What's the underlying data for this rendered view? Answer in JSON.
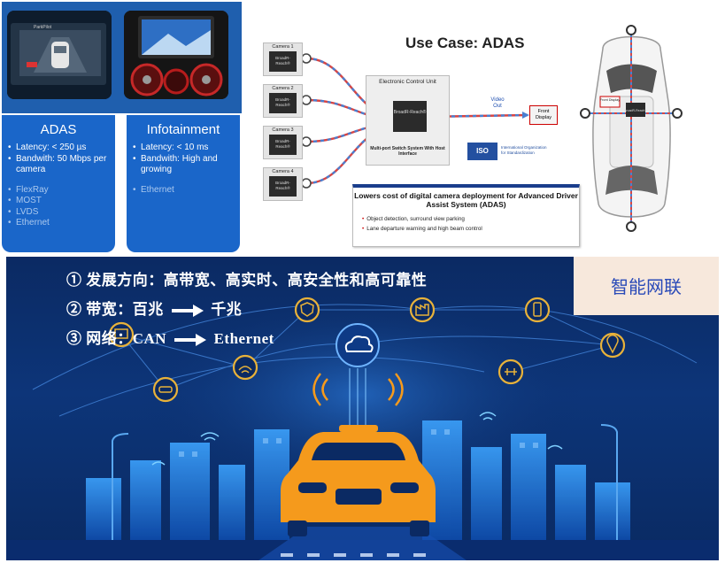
{
  "adas_card": {
    "title": "ADAS",
    "bullets": [
      "Latency: < 250 µs",
      "Bandwith: 50 Mbps per camera"
    ],
    "networks": [
      "FlexRay",
      "MOST",
      "LVDS",
      "Ethernet"
    ]
  },
  "infotainment_card": {
    "title": "Infotainment",
    "bullets": [
      "Latency: < 10 ms",
      "Bandwith: High and growing"
    ],
    "networks": [
      "Ethernet"
    ]
  },
  "diagram": {
    "title": "Use Case: ADAS",
    "cameras": [
      {
        "label": "Camera 1",
        "chip": "BroadR-Reach®"
      },
      {
        "label": "Camera 2",
        "chip": "BroadR-Reach®"
      },
      {
        "label": "Camera 3",
        "chip": "BroadR-Reach®"
      },
      {
        "label": "Camera 4",
        "chip": "BroadR-Reach®"
      }
    ],
    "ecu_title": "Electronic Control Unit",
    "ecu_chip": "BroadR-Reach®",
    "ecu_caption": "Multi-port Switch System With Host Interface",
    "video_out": "Video Out",
    "front_display": "Front Display",
    "iso_logo": "ISO",
    "iso_text": "International Organization for Standardization",
    "info_title": "Lowers cost of digital camera deployment for Advanced Driver Assist System (ADAS)",
    "info_bullets": [
      "Object detection, surround view parking",
      "Lane departure warning and high beam control"
    ],
    "car_front_label": "Front Display",
    "car_chip_label": "BroadR-Reach®"
  },
  "city": {
    "line1": "① 发展方向：高带宽、高实时、高安全性和高可靠性",
    "line2_prefix": "② 带宽：百兆",
    "line2_suffix": "千兆",
    "line3_prefix": "③ 网络：CAN",
    "line3_suffix": "Ethernet",
    "smart_label": "智能网联"
  },
  "colors": {
    "card_blue": "#1a66c9",
    "city_navy": "#0b2a63",
    "car_orange": "#f59a1c",
    "icon_gold": "#e8b23a",
    "smart_box_bg": "#f7e8dc",
    "smart_text": "#2a4ab8"
  }
}
